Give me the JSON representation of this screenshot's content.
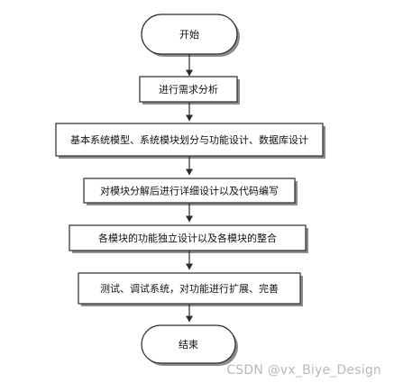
{
  "flowchart": {
    "start": "开始",
    "steps": [
      "进行需求分析",
      "基本系统模型、系统模块划分与功能设计、数据库设计",
      "对模块分解后进行详细设计以及代码编写",
      "各模块的功能独立设计以及各模块的整合",
      "测试、调试系统，对功能进行扩展、完善"
    ],
    "end": "结束"
  },
  "watermark": "CSDN @vx_Biye_Design",
  "colors": {
    "stroke": "#2b2b2b",
    "fill": "#ffffff",
    "shadow": "#8c8c8c",
    "text": "#111111",
    "watermark": "#b9b9b9"
  }
}
